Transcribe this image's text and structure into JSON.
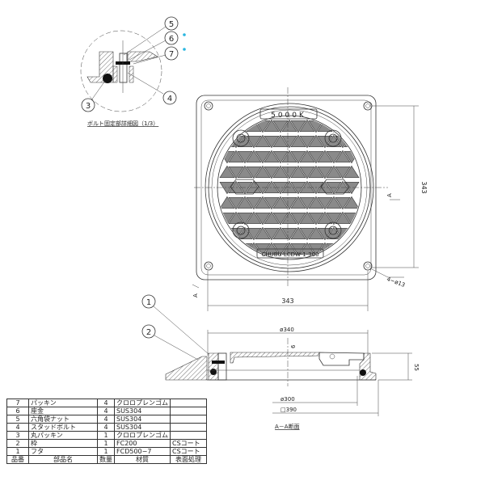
{
  "detail": {
    "caption": "ボルト固定部詳細図（1/3）",
    "callouts": [
      "5",
      "6",
      "7",
      "3",
      "4"
    ]
  },
  "plan": {
    "cover_top_text": "5000K",
    "cover_bottom_text": "CHUBU LCDW-1-300",
    "dim_horizontal": "343",
    "dim_vertical": "343",
    "hole_note": "4−ø13",
    "section_mark": "A"
  },
  "section": {
    "callouts": [
      "1",
      "2"
    ],
    "dim_outer": "ø340",
    "dim_thickness": "6",
    "dim_height": "55",
    "dim_inner": "ø300",
    "dim_square": "□390",
    "title": "A－A断面"
  },
  "parts_table": {
    "rows": [
      {
        "no": "7",
        "name": "パッキン",
        "qty": "4",
        "material": "クロロプレンゴム",
        "finish": ""
      },
      {
        "no": "6",
        "name": "座金",
        "qty": "4",
        "material": "SUS304",
        "finish": ""
      },
      {
        "no": "5",
        "name": "六角袋ナット",
        "qty": "4",
        "material": "SUS304",
        "finish": ""
      },
      {
        "no": "4",
        "name": "スタッドボルト",
        "qty": "4",
        "material": "SUS304",
        "finish": ""
      },
      {
        "no": "3",
        "name": "丸パッキン",
        "qty": "1",
        "material": "クロロプレンゴム",
        "finish": ""
      },
      {
        "no": "2",
        "name": "枠",
        "qty": "1",
        "material": "FC200",
        "finish": "CSコート"
      },
      {
        "no": "1",
        "name": "フタ",
        "qty": "1",
        "material": "FCD500−7",
        "finish": "CSコート"
      }
    ],
    "headers": {
      "no": "品番",
      "name": "部品名",
      "qty": "数量",
      "material": "材質",
      "finish": "表面処理"
    }
  },
  "colors": {
    "line": "#333333",
    "marker": "#29b6e0"
  }
}
